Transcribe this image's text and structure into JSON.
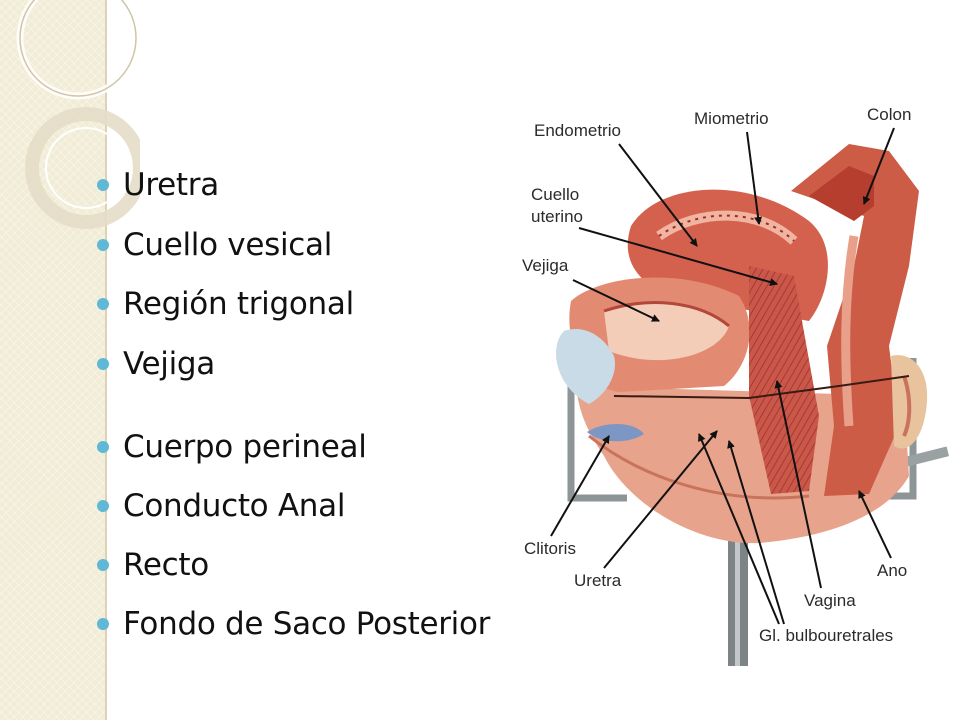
{
  "bullets": [
    "Uretra",
    "Cuello vesical",
    "Región trigonal",
    "Vejiga",
    "Cuerpo perineal",
    "Conducto Anal",
    "Recto",
    "Fondo de Saco Posterior"
  ],
  "figure": {
    "labels": {
      "endometrio": "Endometrio",
      "miometrio": "Miometrio",
      "colon": "Colon",
      "cuello_line1": "Cuello",
      "cuello_line2": "uterino",
      "vejiga": "Vejiga",
      "clitoris": "Clitoris",
      "uretra": "Uretra",
      "ano": "Ano",
      "vagina": "Vagina",
      "glandulas": "Gl. bulbouretrales"
    }
  },
  "colors": {
    "accent_bullet": "#5fb8d6",
    "side_band": "#f1ecd6"
  }
}
